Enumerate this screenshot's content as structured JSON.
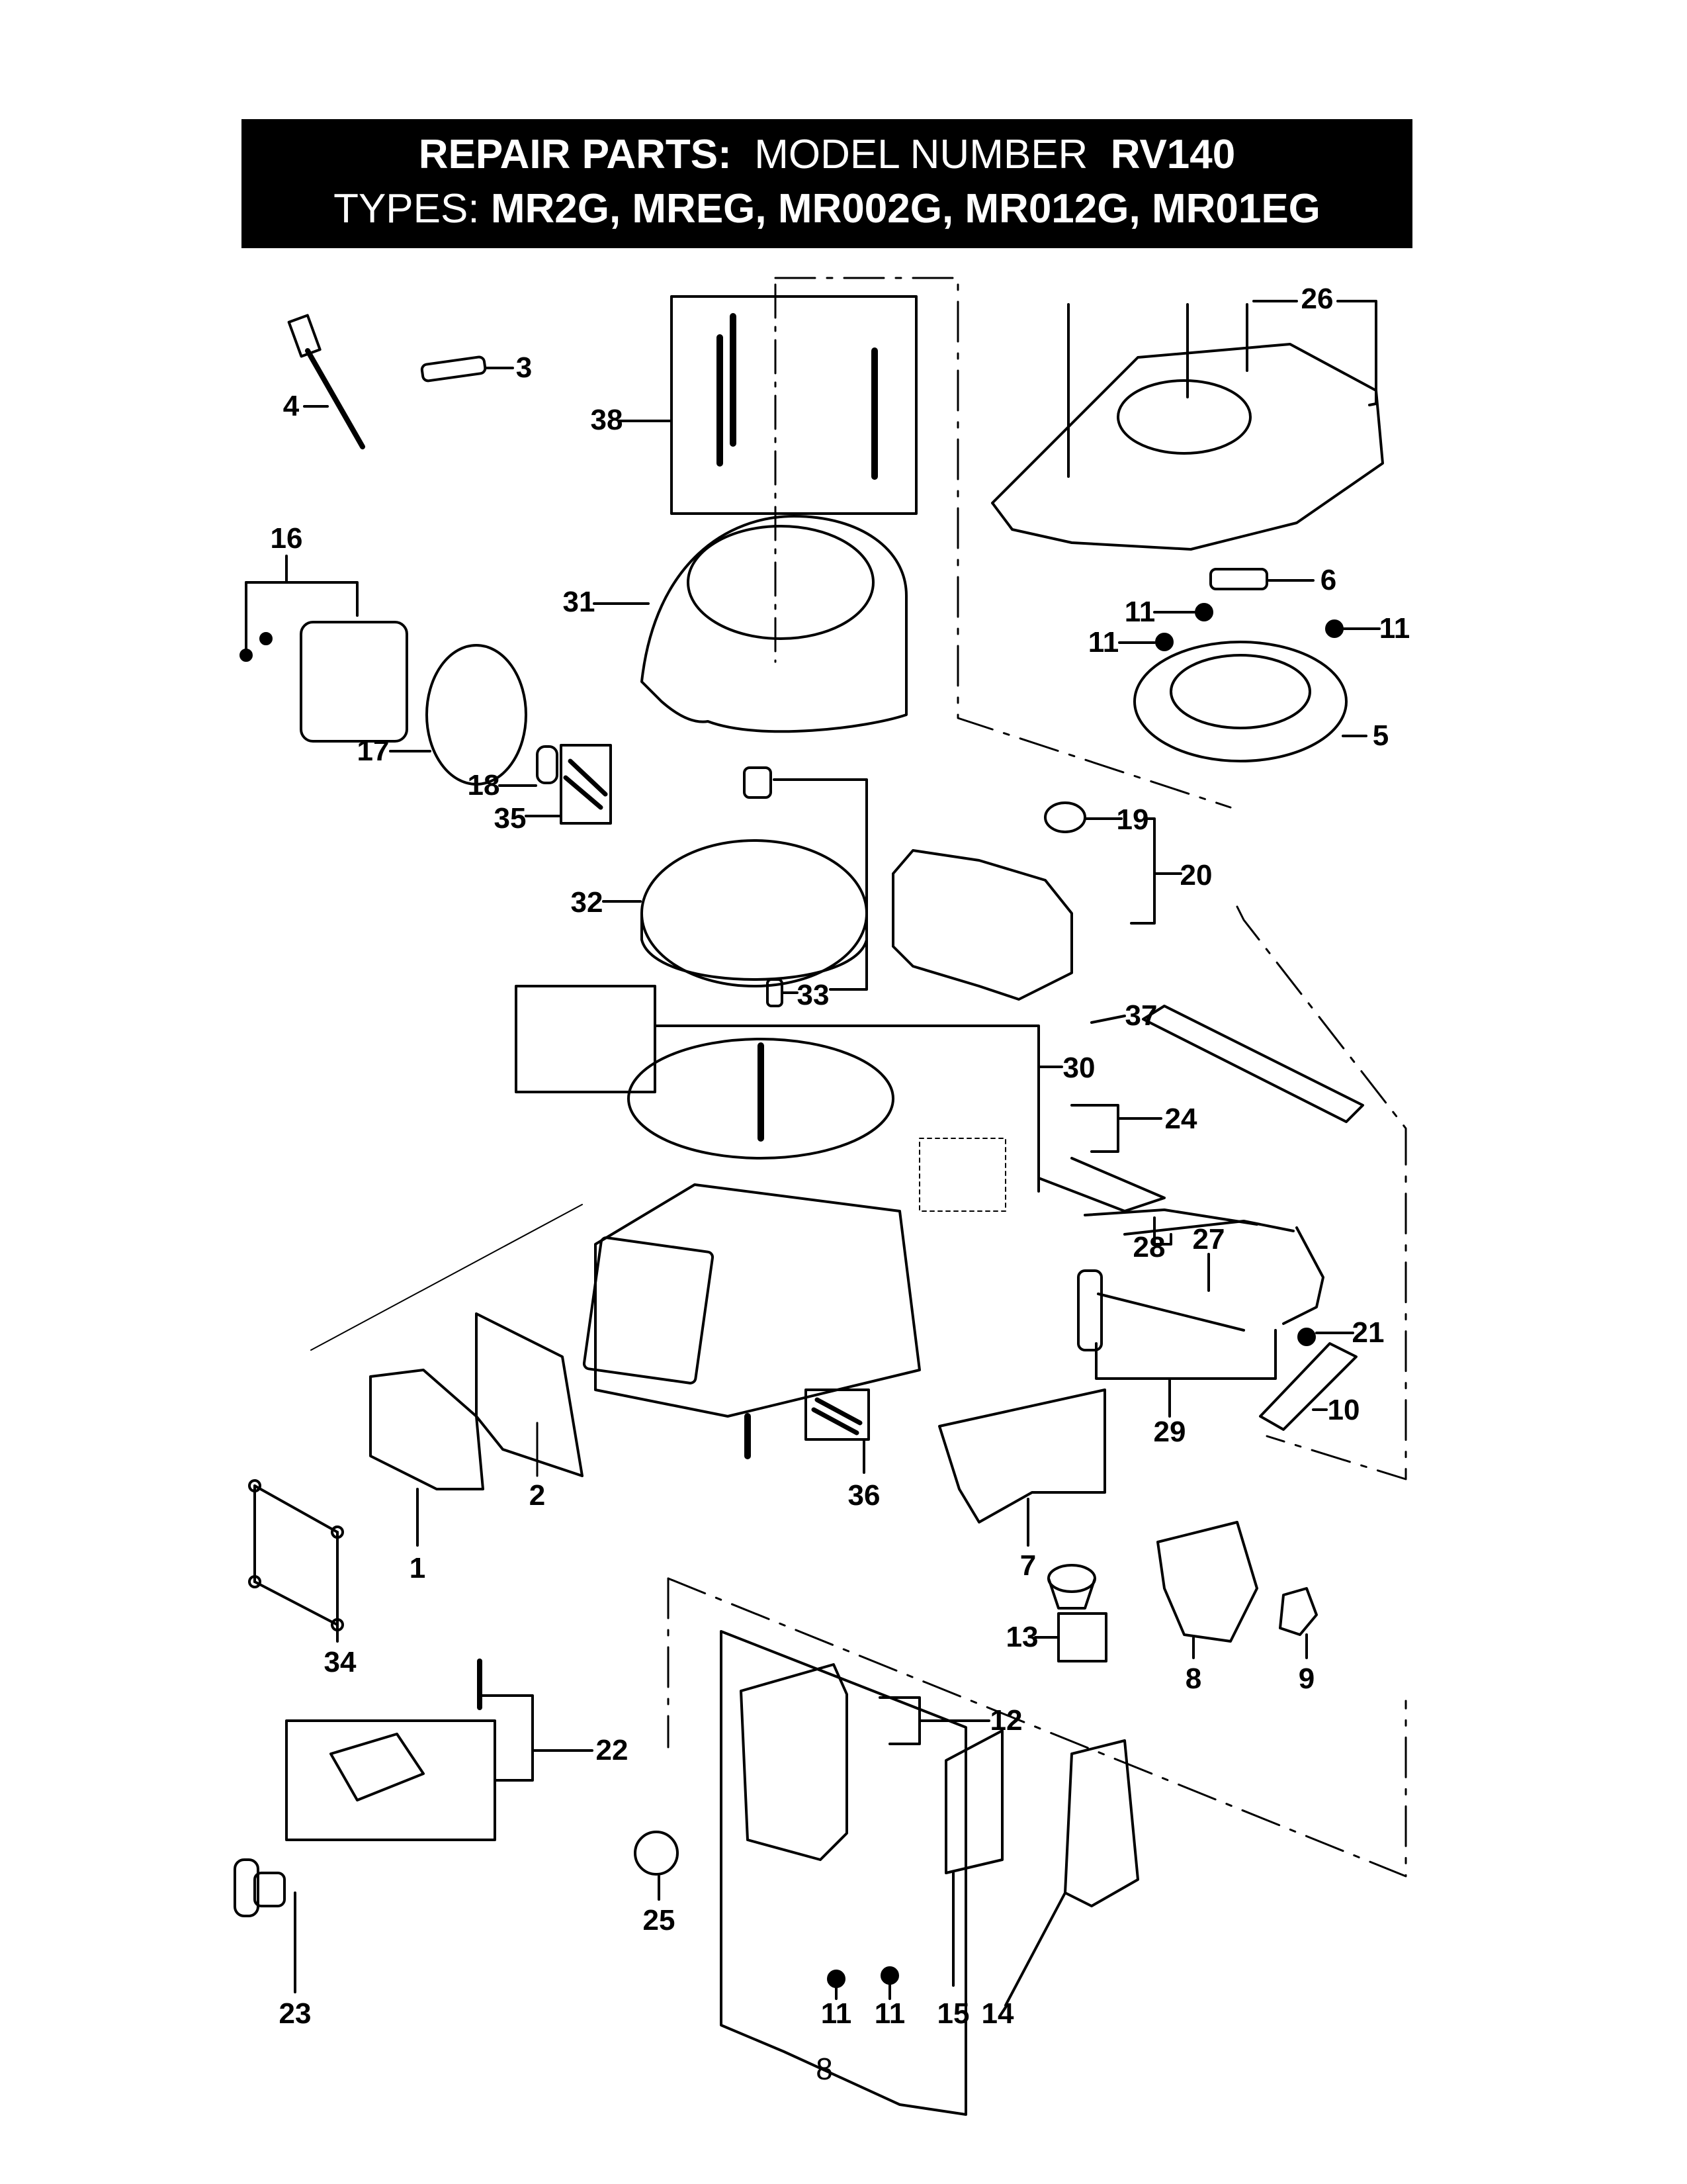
{
  "header": {
    "line1_bold": "REPAIR PARTS:",
    "line1_normal": "MODEL NUMBER",
    "line1_model": "RV140",
    "line2_normal": "TYPES:",
    "line2_types": "MR2G, MREG, MR002G, MR012G, MR01EG"
  },
  "callouts": [
    {
      "id": "26",
      "label": "26"
    },
    {
      "id": "3",
      "label": "3"
    },
    {
      "id": "4",
      "label": "4"
    },
    {
      "id": "38",
      "label": "38"
    },
    {
      "id": "16",
      "label": "16"
    },
    {
      "id": "6",
      "label": "6"
    },
    {
      "id": "31",
      "label": "31"
    },
    {
      "id": "11a",
      "label": "11"
    },
    {
      "id": "11b",
      "label": "11"
    },
    {
      "id": "11c",
      "label": "11"
    },
    {
      "id": "5",
      "label": "5"
    },
    {
      "id": "17",
      "label": "17"
    },
    {
      "id": "18",
      "label": "18"
    },
    {
      "id": "35",
      "label": "35"
    },
    {
      "id": "19",
      "label": "19"
    },
    {
      "id": "20",
      "label": "20"
    },
    {
      "id": "32",
      "label": "32"
    },
    {
      "id": "33",
      "label": "33"
    },
    {
      "id": "37",
      "label": "37"
    },
    {
      "id": "30",
      "label": "30"
    },
    {
      "id": "24",
      "label": "24"
    },
    {
      "id": "28",
      "label": "28"
    },
    {
      "id": "27",
      "label": "27"
    },
    {
      "id": "21",
      "label": "21"
    },
    {
      "id": "29",
      "label": "29"
    },
    {
      "id": "10",
      "label": "10"
    },
    {
      "id": "2",
      "label": "2"
    },
    {
      "id": "36",
      "label": "36"
    },
    {
      "id": "1",
      "label": "1"
    },
    {
      "id": "7",
      "label": "7"
    },
    {
      "id": "13",
      "label": "13"
    },
    {
      "id": "8",
      "label": "8"
    },
    {
      "id": "9",
      "label": "9"
    },
    {
      "id": "34",
      "label": "34"
    },
    {
      "id": "12",
      "label": "12"
    },
    {
      "id": "22",
      "label": "22"
    },
    {
      "id": "25",
      "label": "25"
    },
    {
      "id": "23",
      "label": "23"
    },
    {
      "id": "11d",
      "label": "11"
    },
    {
      "id": "11e",
      "label": "11"
    },
    {
      "id": "15",
      "label": "15"
    },
    {
      "id": "14",
      "label": "14"
    }
  ],
  "page_number": "8",
  "colors": {
    "ink": "#000000",
    "paper": "#ffffff"
  }
}
